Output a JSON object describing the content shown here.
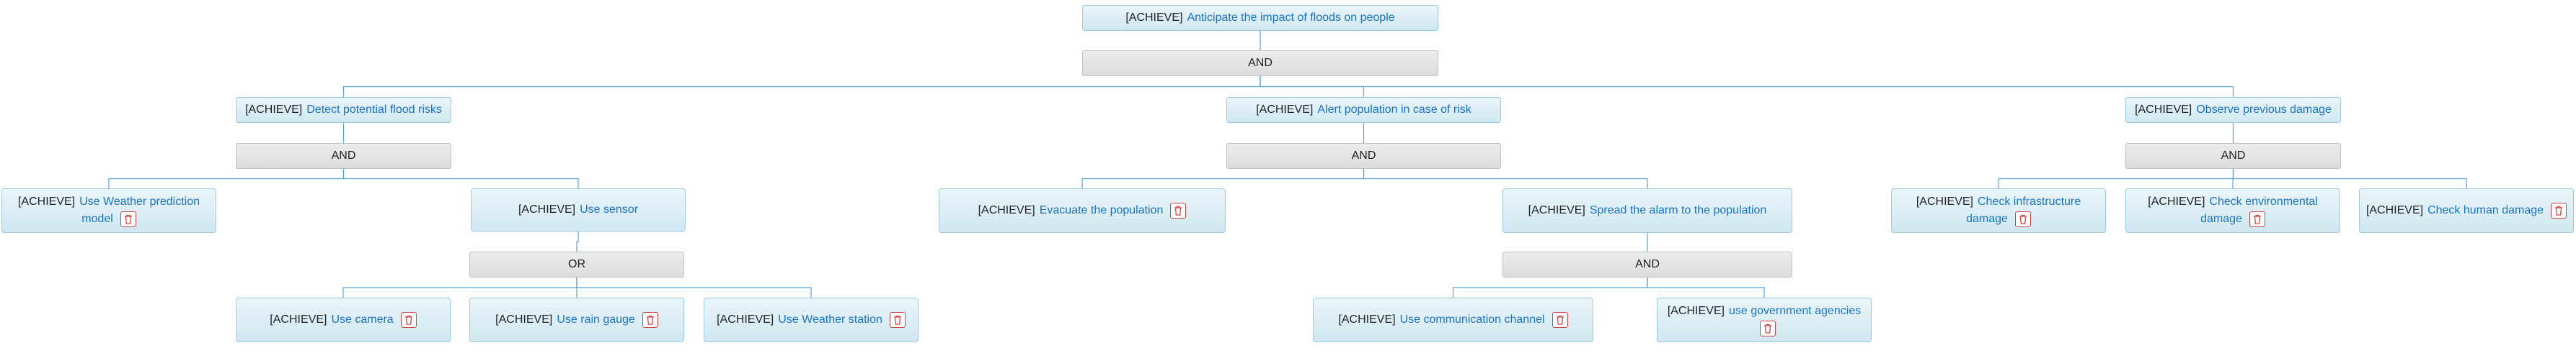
{
  "nodes": [
    {
      "id": "root",
      "tag": "[ACHIEVE]",
      "label": "Anticipate the impact of floods on people",
      "delete": false
    },
    {
      "id": "n1",
      "tag": "[ACHIEVE]",
      "label": "Detect potential flood risks",
      "delete": false
    },
    {
      "id": "n2",
      "tag": "[ACHIEVE]",
      "label": "Alert population in case of risk",
      "delete": false
    },
    {
      "id": "n3",
      "tag": "[ACHIEVE]",
      "label": "Observe previous damage",
      "delete": false
    },
    {
      "id": "n1a",
      "tag": "[ACHIEVE]",
      "label": "Use Weather prediction model",
      "delete": true
    },
    {
      "id": "n1b",
      "tag": "[ACHIEVE]",
      "label": "Use sensor",
      "delete": false
    },
    {
      "id": "n1b1",
      "tag": "[ACHIEVE]",
      "label": "Use camera",
      "delete": true
    },
    {
      "id": "n1b2",
      "tag": "[ACHIEVE]",
      "label": "Use rain gauge",
      "delete": true
    },
    {
      "id": "n1b3",
      "tag": "[ACHIEVE]",
      "label": "Use Weather station",
      "delete": true
    },
    {
      "id": "n2a",
      "tag": "[ACHIEVE]",
      "label": "Evacuate the population",
      "delete": true
    },
    {
      "id": "n2b",
      "tag": "[ACHIEVE]",
      "label": "Spread the alarm to the population",
      "delete": false
    },
    {
      "id": "n2b1",
      "tag": "[ACHIEVE]",
      "label": "Use communication channel",
      "delete": true
    },
    {
      "id": "n2b2",
      "tag": "[ACHIEVE]",
      "label": "use government agencies",
      "delete": true
    },
    {
      "id": "n3a",
      "tag": "[ACHIEVE]",
      "label": "Check infrastructure damage",
      "delete": true
    },
    {
      "id": "n3b",
      "tag": "[ACHIEVE]",
      "label": "Check environmental damage",
      "delete": true
    },
    {
      "id": "n3c",
      "tag": "[ACHIEVE]",
      "label": "Check human damage",
      "delete": true
    }
  ],
  "operators": [
    {
      "id": "op_root",
      "label": "AND"
    },
    {
      "id": "op_n1",
      "label": "AND"
    },
    {
      "id": "op_n2",
      "label": "AND"
    },
    {
      "id": "op_n3",
      "label": "AND"
    },
    {
      "id": "op_n1b",
      "label": "OR"
    },
    {
      "id": "op_n2b",
      "label": "AND"
    }
  ],
  "edges": [
    [
      "root",
      "op_root"
    ],
    [
      "op_root",
      "n1"
    ],
    [
      "op_root",
      "n2"
    ],
    [
      "op_root",
      "n3"
    ],
    [
      "n1",
      "op_n1"
    ],
    [
      "n2",
      "op_n2"
    ],
    [
      "n3",
      "op_n3"
    ],
    [
      "op_n1",
      "n1a"
    ],
    [
      "op_n1",
      "n1b"
    ],
    [
      "n1b",
      "op_n1b"
    ],
    [
      "op_n1b",
      "n1b1"
    ],
    [
      "op_n1b",
      "n1b2"
    ],
    [
      "op_n1b",
      "n1b3"
    ],
    [
      "op_n2",
      "n2a"
    ],
    [
      "op_n2",
      "n2b"
    ],
    [
      "n2b",
      "op_n2b"
    ],
    [
      "op_n2b",
      "n2b1"
    ],
    [
      "op_n2b",
      "n2b2"
    ],
    [
      "op_n3",
      "n3a"
    ],
    [
      "op_n3",
      "n3b"
    ],
    [
      "op_n3",
      "n3c"
    ]
  ],
  "colors": {
    "edge": "#5aa0d8",
    "label": "#1a73c8",
    "delete_border": "#cc4444"
  }
}
